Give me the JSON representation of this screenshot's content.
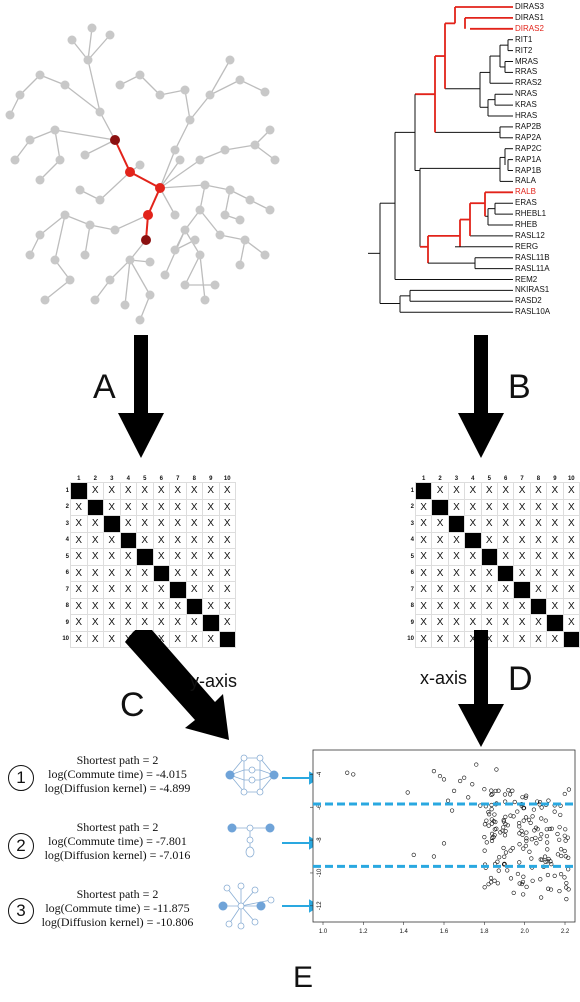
{
  "labels": {
    "A": "A",
    "B": "B",
    "C": "C",
    "D": "D",
    "E": "E",
    "y_axis": "y-axis",
    "x_axis": "x-axis"
  },
  "genes": [
    {
      "name": "DIRAS3",
      "red": false
    },
    {
      "name": "DIRAS1",
      "red": false
    },
    {
      "name": "DIRAS2",
      "red": true
    },
    {
      "name": "RIT1",
      "red": false
    },
    {
      "name": "RIT2",
      "red": false
    },
    {
      "name": "MRAS",
      "red": false
    },
    {
      "name": "RRAS",
      "red": false
    },
    {
      "name": "RRAS2",
      "red": false
    },
    {
      "name": "NRAS",
      "red": false
    },
    {
      "name": "KRAS",
      "red": false
    },
    {
      "name": "HRAS",
      "red": false
    },
    {
      "name": "RAP2B",
      "red": false
    },
    {
      "name": "RAP2A",
      "red": false
    },
    {
      "name": "RAP2C",
      "red": false
    },
    {
      "name": "RAP1A",
      "red": false
    },
    {
      "name": "RAP1B",
      "red": false
    },
    {
      "name": "RALA",
      "red": false
    },
    {
      "name": "RALB",
      "red": true
    },
    {
      "name": "ERAS",
      "red": false
    },
    {
      "name": "RHEBL1",
      "red": false
    },
    {
      "name": "RHEB",
      "red": false
    },
    {
      "name": "RASL12",
      "red": false
    },
    {
      "name": "RERG",
      "red": false
    },
    {
      "name": "RASL11B",
      "red": false
    },
    {
      "name": "RASL11A",
      "red": false
    },
    {
      "name": "REM2",
      "red": false
    },
    {
      "name": "NKIRAS1",
      "red": false
    },
    {
      "name": "RASD2",
      "red": false
    },
    {
      "name": "RASL10A",
      "red": false
    }
  ],
  "matrix": {
    "col_headers": [
      "1",
      "2",
      "3",
      "4",
      "5",
      "6",
      "7",
      "8",
      "9",
      "10"
    ],
    "row_headers": [
      "1",
      "2",
      "3",
      "4",
      "5",
      "6",
      "7",
      "8",
      "9",
      "10"
    ],
    "cell": "X"
  },
  "examples": [
    {
      "num": "1",
      "line1": "Shortest path = 2",
      "line2": "log(Commute time) = -4.015",
      "line3": "log(Diffusion kernel) = -4.899"
    },
    {
      "num": "2",
      "line1": "Shortest path = 2",
      "line2": "log(Commute time) = -7.801",
      "line3": "log(Diffusion kernel) = -7.016"
    },
    {
      "num": "3",
      "line1": "Shortest path = 2",
      "line2": "log(Commute time) = -11.875",
      "line3": "log(Diffusion kernel) = -10.806"
    }
  ],
  "scatter": {
    "x_ticks": [
      "1.0",
      "1.2",
      "1.4",
      "1.6",
      "1.8",
      "2.0",
      "2.2"
    ],
    "y_ticks": [
      "-4",
      "-6",
      "-8",
      "-10",
      "-12"
    ],
    "xlim": [
      1.0,
      2.2
    ],
    "ylim": [
      -12.5,
      -3.0
    ],
    "hlines": [
      -5.8,
      -9.6
    ]
  },
  "colors": {
    "red": "#e2231a",
    "dark_red": "#8b1010",
    "node_gray": "#c8c8c8",
    "edge_gray": "#bdbdbd",
    "blue": "#2aa8e0"
  }
}
